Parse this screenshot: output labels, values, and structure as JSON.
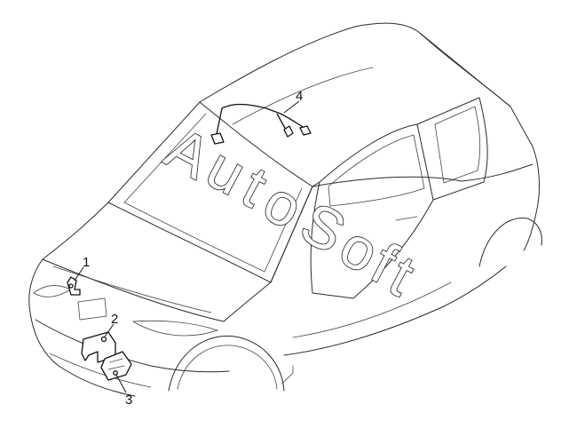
{
  "diagram": {
    "callouts": [
      {
        "id": "1",
        "label": "1"
      },
      {
        "id": "2",
        "label": "2"
      },
      {
        "id": "3",
        "label": "3"
      },
      {
        "id": "4",
        "label": "4"
      }
    ],
    "watermark": {
      "letters": [
        "A",
        "u",
        "t",
        "o",
        "S",
        "o",
        "f",
        "t"
      ]
    }
  }
}
